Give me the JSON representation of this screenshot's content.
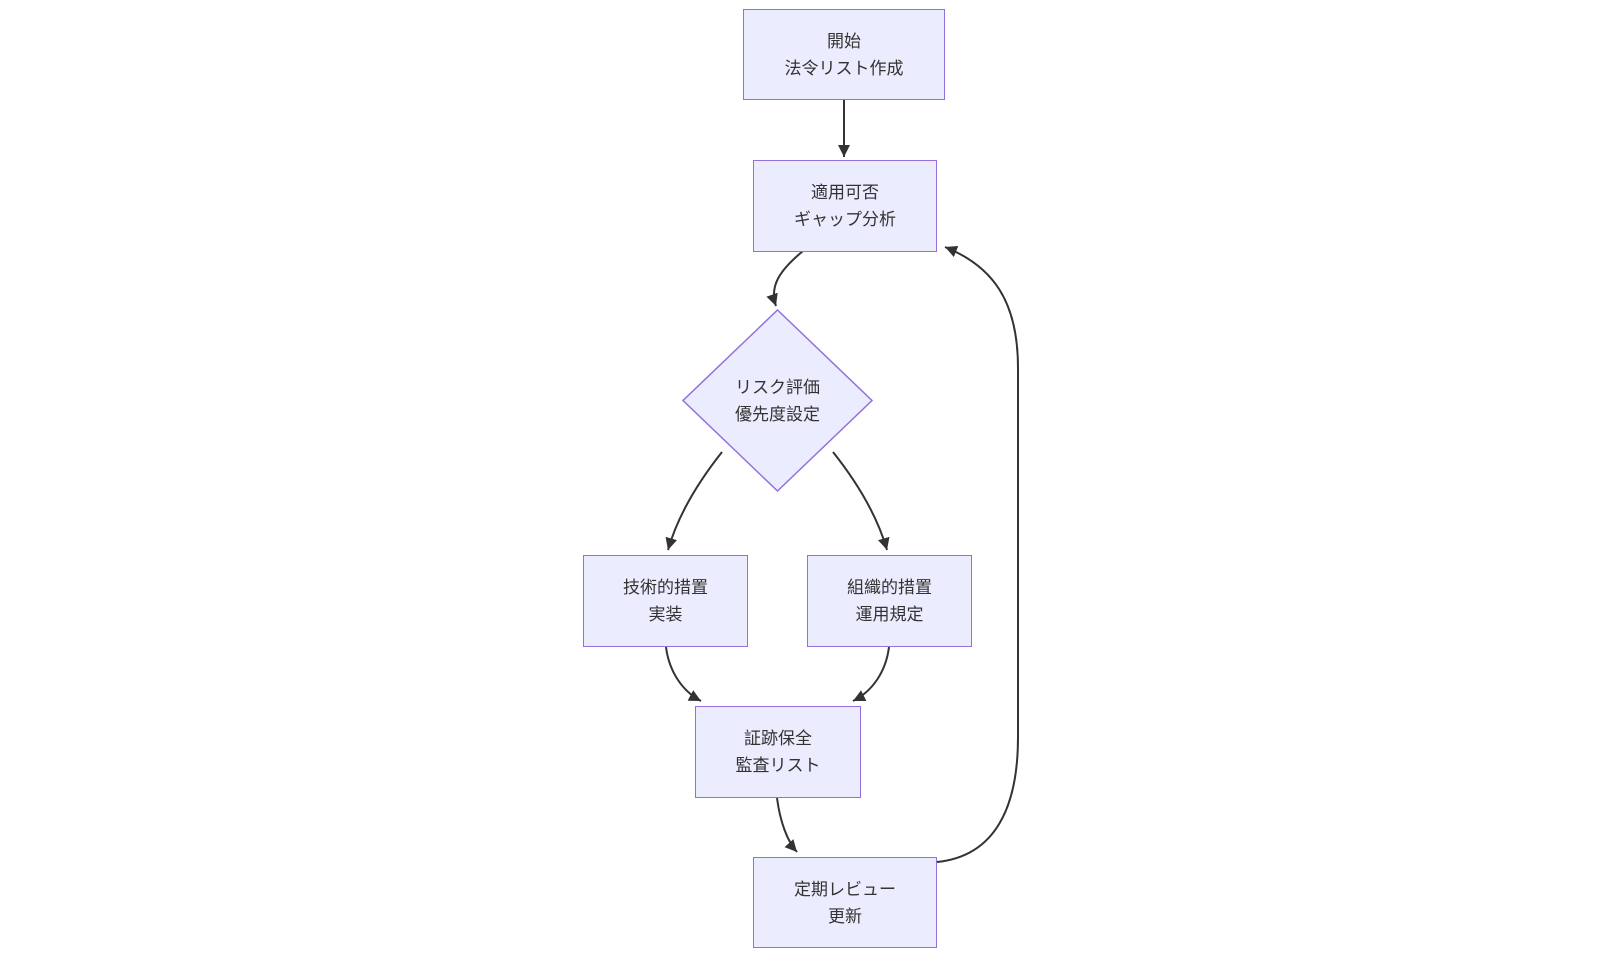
{
  "colors": {
    "background": "#ffffff",
    "node_fill": "#ECECFF",
    "node_border": "#9370DB",
    "edge": "#333333",
    "text": "#333333"
  },
  "nodes": {
    "start": {
      "line1": "開始",
      "line2": "法令リスト作成"
    },
    "gap": {
      "line1": "適用可否",
      "line2": "ギャップ分析"
    },
    "risk": {
      "line1": "リスク評価",
      "line2": "優先度設定"
    },
    "tech": {
      "line1": "技術的措置",
      "line2": "実装"
    },
    "org": {
      "line1": "組織的措置",
      "line2": "運用規定"
    },
    "evidence": {
      "line1": "証跡保全",
      "line2": "監査リスト"
    },
    "review": {
      "line1": "定期レビュー",
      "line2": "更新"
    }
  },
  "edges": [
    {
      "from": "start",
      "to": "gap"
    },
    {
      "from": "gap",
      "to": "risk"
    },
    {
      "from": "risk",
      "to": "tech"
    },
    {
      "from": "risk",
      "to": "org"
    },
    {
      "from": "tech",
      "to": "evidence"
    },
    {
      "from": "org",
      "to": "evidence"
    },
    {
      "from": "evidence",
      "to": "review"
    },
    {
      "from": "review",
      "to": "gap"
    }
  ]
}
